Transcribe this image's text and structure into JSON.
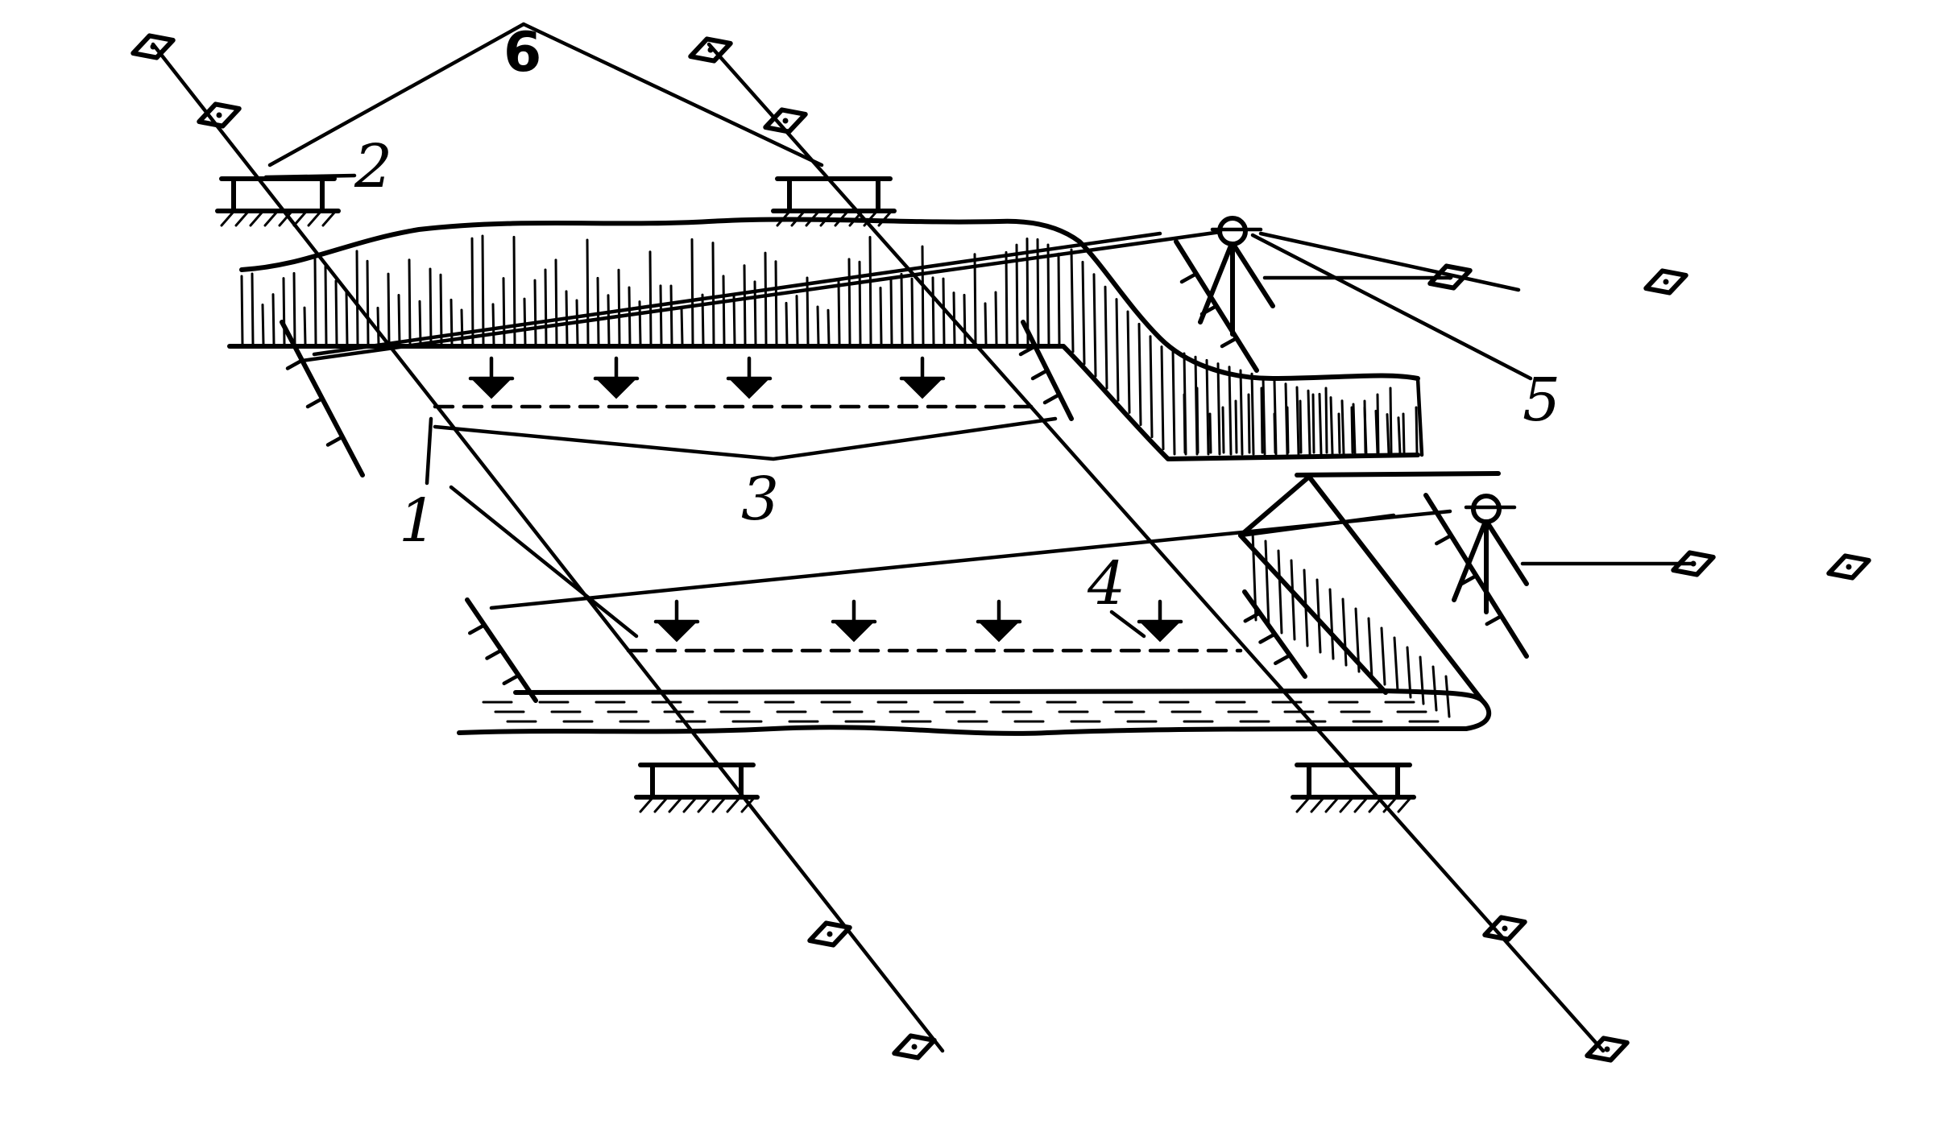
{
  "diagram": {
    "labels": {
      "l1": "1",
      "l2": "2",
      "l3": "3",
      "l4": "4",
      "l5": "5",
      "l6": "6"
    },
    "colors": {
      "ink": "#000000",
      "paper": "#ffffff"
    },
    "icons": [
      "survey-marker-icon",
      "theodolite-icon",
      "leveling-staff-icon",
      "benchmark-icon",
      "water-level-icon"
    ]
  }
}
